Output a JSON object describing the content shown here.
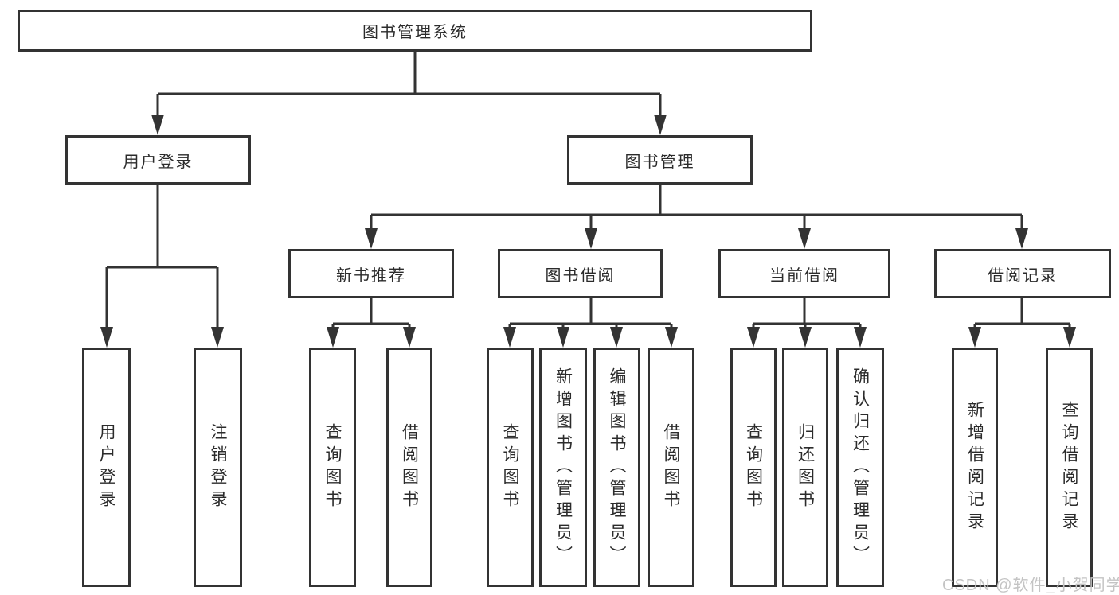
{
  "diagram": {
    "root": {
      "label": "图书管理系统"
    },
    "branches": {
      "user_login": {
        "label": "用户登录",
        "leaves": [
          "用户登录",
          "注销登录"
        ]
      },
      "book_mgmt": {
        "label": "图书管理",
        "sections": [
          {
            "label": "新书推荐",
            "leaves": [
              "查询图书",
              "借阅图书"
            ]
          },
          {
            "label": "图书借阅",
            "leaves": [
              "查询图书",
              "新增图书（管理员）",
              "编辑图书（管理员）",
              "借阅图书"
            ]
          },
          {
            "label": "当前借阅",
            "leaves": [
              "查询图书",
              "归还图书",
              "确认归还（管理员）"
            ]
          },
          {
            "label": "借阅记录",
            "leaves": [
              "新增借阅记录",
              "查询借阅记录"
            ]
          }
        ]
      }
    }
  },
  "watermark": {
    "text": "CSDN @软件_小贺同学"
  },
  "colors": {
    "line": "#333333",
    "box_border": "#333333",
    "text": "#2b2b2b",
    "background": "#ffffff",
    "watermark": "#c4c4c4"
  }
}
